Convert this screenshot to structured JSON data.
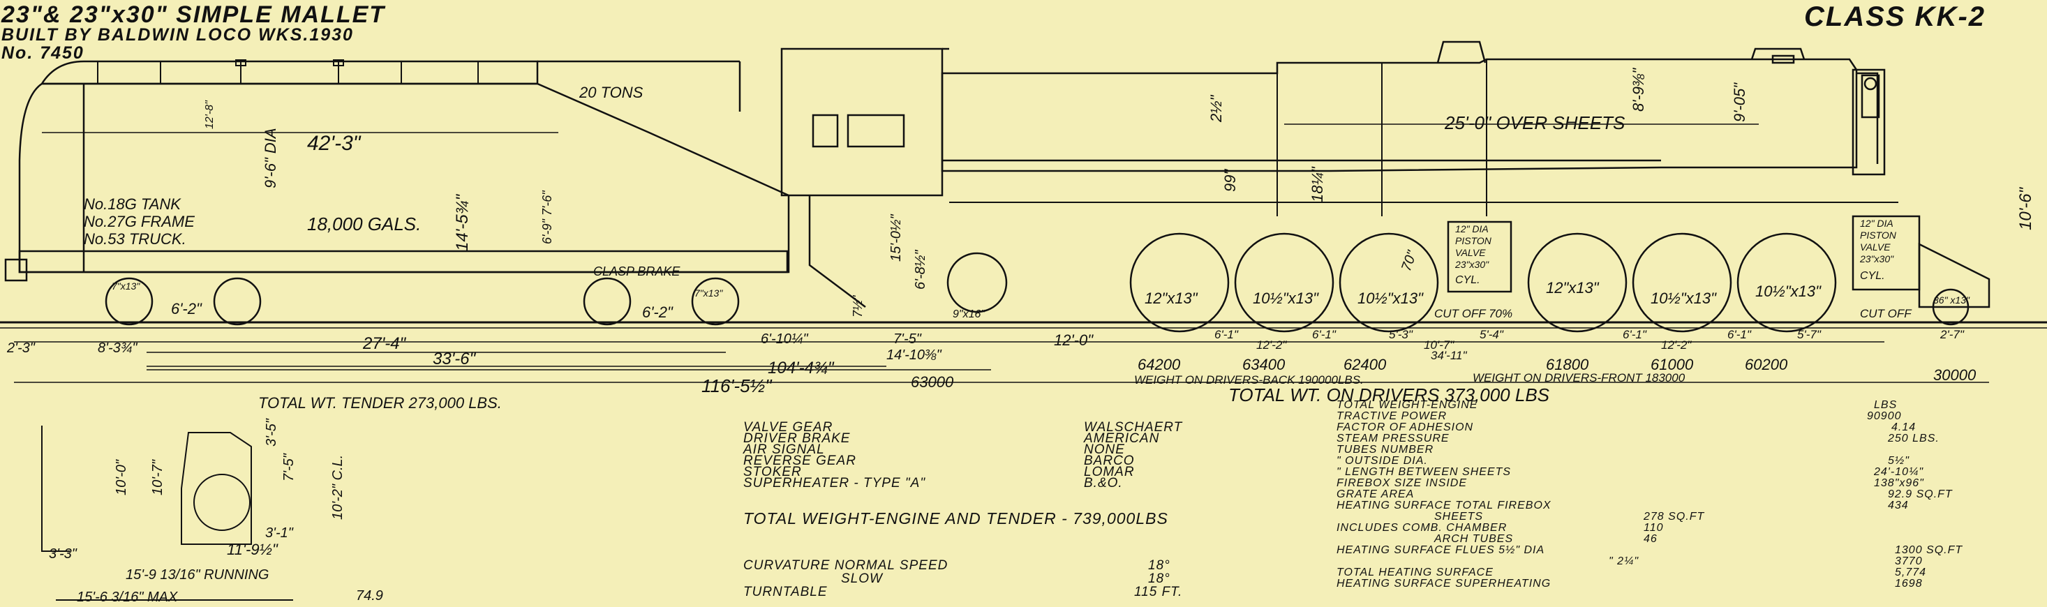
{
  "header": {
    "title": "23\"& 23\"x30\" SIMPLE MALLET",
    "builder": "BUILT BY BALDWIN LOCO WKS.1930",
    "number": "No. 7450",
    "class_label": "CLASS KK-2"
  },
  "tender": {
    "tons": "20 TONS",
    "length": "42'-3\"",
    "dia": "9'-6\" DIA",
    "height_small": "12'-8\"",
    "gals": "18,000 GALS.",
    "tank": "No.18G TANK",
    "frame": "No.27G FRAME",
    "truck": "No.53 TRUCK.",
    "height": "14'-5¾\"",
    "side_height": "6'-9\" 7'-6\"",
    "clasp_brake": "CLASP BRAKE",
    "wheel1": "7\"x13\"",
    "wheel2": "7\"x13\"",
    "wheelbase1": "6'-2\"",
    "wheelbase2": "6'-2\""
  },
  "engine": {
    "over_sheets": "25'-0\" OVER SHEETS",
    "dim_2_5": "2½\"",
    "dim_8_9": "8'-9⅜\"",
    "dim_9_05": "9'-05\"",
    "dim_99": "99\"",
    "dim_18": "18¼\"",
    "dim_15": "15'-0½\"",
    "dim_6_8": "6'-8½\"",
    "dim_7_5": "7½\"",
    "total_height": "10'-6\"",
    "trailing_wheel": "9\"x16\"",
    "drivers": [
      "12\"x13\"",
      "10½\"x13\"",
      "10½\"x13\"",
      "12\"x13\"",
      "10½\"x13\"",
      "10½\"x13\""
    ],
    "driver_dia": "70\"",
    "rear_cylinder": [
      "12\" DIA",
      "PISTON",
      "VALVE",
      "23\"x30\"",
      "CYL."
    ],
    "front_cylinder": [
      "12\" DIA",
      "PISTON",
      "VALVE",
      "23\"x30\"",
      "CYL."
    ],
    "pilot_wheel": "36\" x13\"",
    "cut_off_rear": "CUT OFF 70%",
    "cut_off_front": "CUT OFF"
  },
  "dimensions": {
    "d_2_3": "2'-3\"",
    "d_8_3": "8'-3¾\"",
    "d_27_4": "27'-4\"",
    "d_33_6": "33'-6\"",
    "d_116": "116'-5½\"",
    "d_104": "104'-4¾\"",
    "d_6_10": "6'-10¼\"",
    "d_7_5": "7'-5\"",
    "d_14_10": "14'-10⅜\"",
    "d_12_0": "12'-0\"",
    "d_6_1": "6'-1\"",
    "d_12_2a": "12'-2\"",
    "d_6_1b": "6'-1\"",
    "d_5_3": "5'-3\"",
    "d_10_7": "10'-7\"",
    "d_34_11": "34'-11\"",
    "d_5_4": "5'-4\"",
    "d_6_1c": "6'-1\"",
    "d_12_2b": "12'-2\"",
    "d_6_1d": "6'-1\"",
    "d_5_7": "5'-7\"",
    "d_2_7": "2'-7\"",
    "d_63000": "63000",
    "d_30000": "30000"
  },
  "weights": {
    "axles": [
      "64200",
      "63400",
      "62400",
      "61800",
      "61000",
      "60200"
    ],
    "drivers_back": "WEIGHT ON DRIVERS-BACK 190000LBS.",
    "drivers_front": "WEIGHT ON DRIVERS-FRONT 183000",
    "tender_total": "TOTAL WT. TENDER 273,000 LBS.",
    "drivers_total": "TOTAL WT. ON DRIVERS 373,000 LBS"
  },
  "equipment": [
    {
      "label": "VALVE GEAR",
      "value": "WALSCHAERT"
    },
    {
      "label": "DRIVER BRAKE",
      "value": "AMERICAN"
    },
    {
      "label": "AIR SIGNAL",
      "value": "NONE"
    },
    {
      "label": "REVERSE GEAR",
      "value": "BARCO"
    },
    {
      "label": "STOKER",
      "value": "LOMAR"
    },
    {
      "label": "SUPERHEATER - TYPE \"A\"",
      "value": "B.&O."
    }
  ],
  "total_weight": "TOTAL WEIGHT-ENGINE AND TENDER - 739,000LBS",
  "curvature": [
    {
      "label": "CURVATURE NORMAL SPEED",
      "value": "18°"
    },
    {
      "label": "SLOW",
      "value": "18°"
    },
    {
      "label": "TURNTABLE",
      "value": "115 FT."
    }
  ],
  "specs_right": [
    {
      "label": "TOTAL WEIGHT-ENGINE",
      "value": "LBS"
    },
    {
      "label": "TRACTIVE POWER",
      "value": "90900"
    },
    {
      "label": "FACTOR OF ADHESION",
      "value": "4.14"
    },
    {
      "label": "STEAM PRESSURE",
      "value": "250 LBS."
    },
    {
      "label": "TUBES NUMBER",
      "value": ""
    },
    {
      "label": "\"  OUTSIDE DIA.",
      "value": "5½\""
    },
    {
      "label": "\"  LENGTH BETWEEN SHEETS",
      "value": "24'-10¼\""
    },
    {
      "label": "FIREBOX SIZE INSIDE",
      "value": "138\"x96\""
    },
    {
      "label": "GRATE AREA",
      "value": "92.9 SQ.FT"
    },
    {
      "label": "HEATING SURFACE TOTAL FIREBOX",
      "value": "434"
    },
    {
      "label": "SHEETS",
      "value": "278 SQ.FT"
    },
    {
      "label": "INCLUDES COMB. CHAMBER",
      "value": "110"
    },
    {
      "label": "ARCH TUBES",
      "value": "46"
    },
    {
      "label": "HEATING SURFACE FLUES 5½\" DIA",
      "value": "1300 SQ.FT"
    },
    {
      "label": "\"  2¼\"",
      "value": "3770"
    },
    {
      "label": "TOTAL HEATING SURFACE",
      "value": "5,774"
    },
    {
      "label": "HEATING SURFACE SUPERHEATING",
      "value": "1698"
    }
  ],
  "end_view": {
    "d_10_0": "10'-0\"",
    "d_10_7": "10'-7\"",
    "d_3_5": "3'-5\"",
    "d_7_5": "7'-5\"",
    "d_10_2": "10'-2\" C.L.",
    "d_3_1": "3'-1\"",
    "d_3_3": "3'-3\"",
    "d_11_9": "11'-9½\"",
    "running": "15'-9 13/16\" RUNNING",
    "max": "15'-6 3/16\" MAX",
    "page_num": "74.9"
  }
}
